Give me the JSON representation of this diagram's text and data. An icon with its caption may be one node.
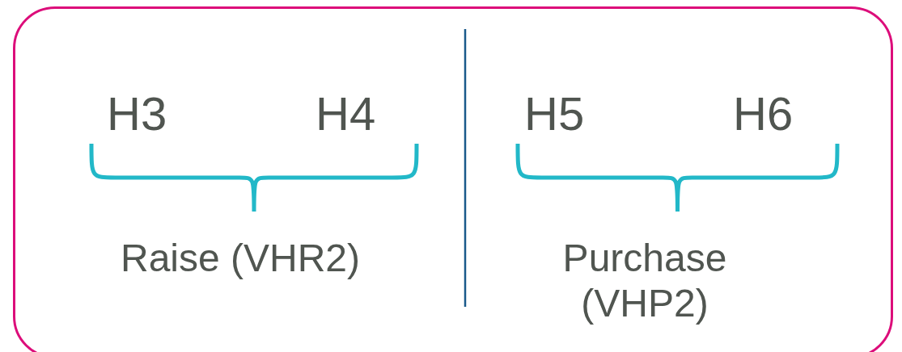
{
  "diagram": {
    "nodes": [
      {
        "text": [],
        "shape": "box"
      }
    ],
    "labels": [
      "H3",
      "H4",
      "H5",
      "H6",
      "Raise (VHR2)",
      "Purchase (VHP2)"
    ]
  }
}
